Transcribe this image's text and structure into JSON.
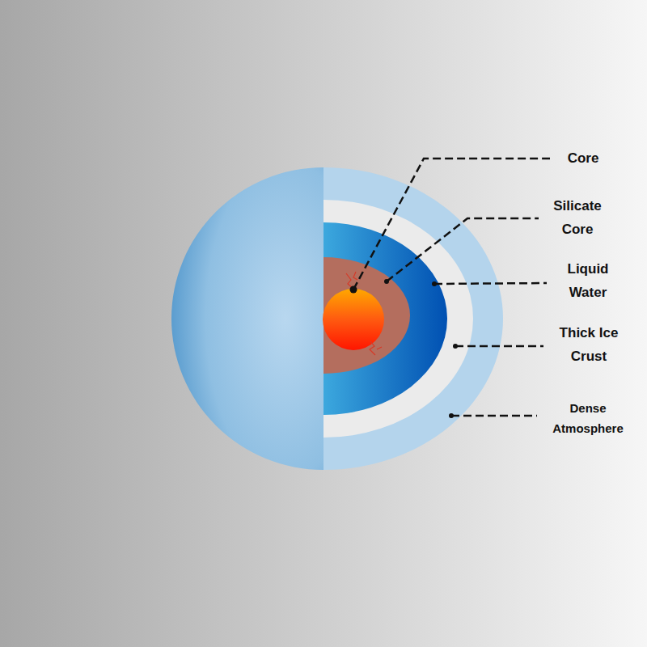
{
  "diagram": {
    "labels": [
      "Core",
      "Silicate Core",
      "Liquid Water",
      "Thick Ice Crust",
      "Dense Atmosphere"
    ]
  }
}
